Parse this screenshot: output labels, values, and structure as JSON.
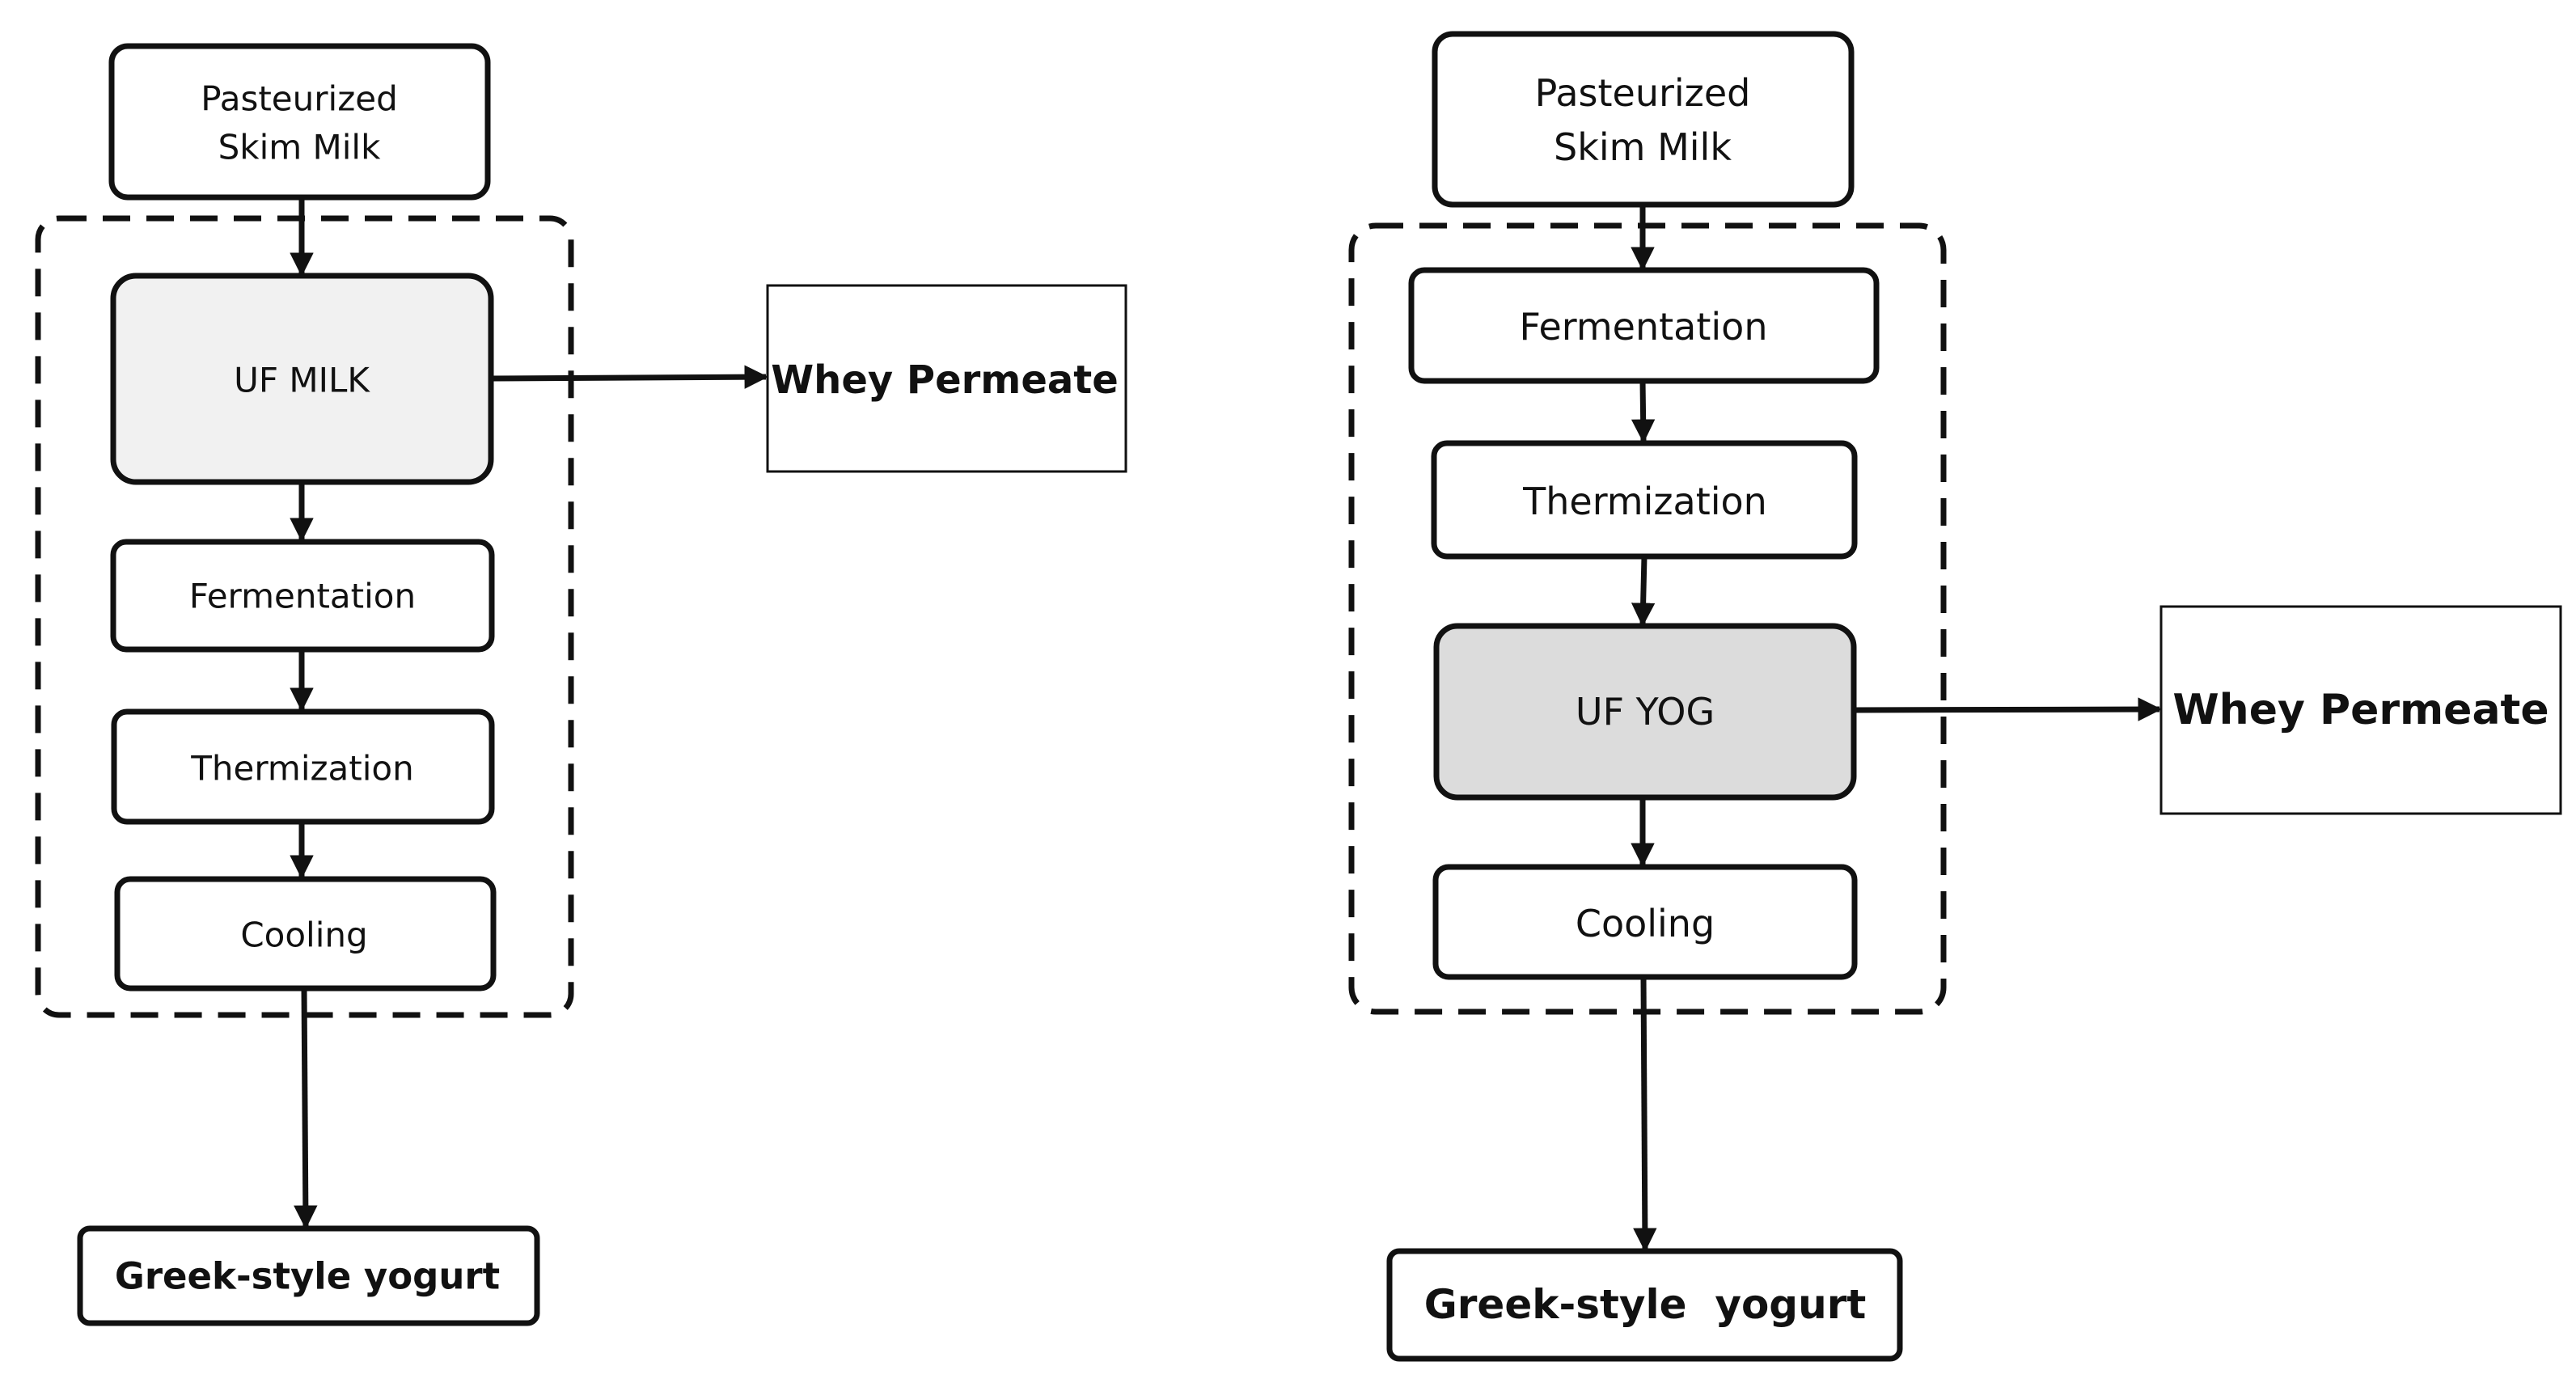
{
  "diagrams": [
    {
      "id": "uf-milk-process",
      "start": {
        "line1": "Pasteurized",
        "line2": "Skim Milk"
      },
      "uf_step": "UF MILK",
      "fermentation": "Fermentation",
      "thermization": "Thermization",
      "cooling": "Cooling",
      "product": "Greek-style yogurt",
      "byproduct": "Whey Permeate"
    },
    {
      "id": "uf-yog-process",
      "start": {
        "line1": "Pasteurized",
        "line2": "Skim Milk"
      },
      "fermentation": "Fermentation",
      "thermization": "Thermization",
      "uf_step": "UF YOG",
      "cooling": "Cooling",
      "product": "Greek-style  yogurt",
      "byproduct": "Whey Permeate"
    }
  ],
  "colors": {
    "stroke": "#111111",
    "uf_milk_fill": "#f1f1f1",
    "uf_yog_fill": "#dcdcdc",
    "box_fill": "#ffffff"
  }
}
